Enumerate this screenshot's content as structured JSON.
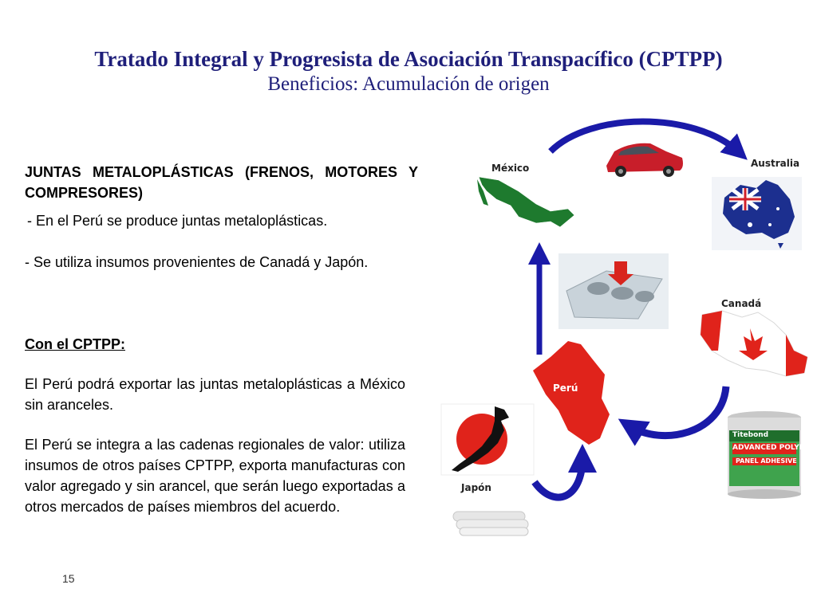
{
  "slide": {
    "title": "Tratado Integral y Progresista de Asociación Transpacífico (CPTPP)",
    "subtitle": "Beneficios: Acumulación de origen",
    "page_number": "15"
  },
  "text": {
    "heading": "JUNTAS METALOPLÁSTICAS (FRENOS, MOTORES Y COMPRESORES)",
    "bullet1": "- En el Perú se produce juntas metaloplásticas.",
    "bullet2": "- Se utiliza insumos provenientes de Canadá y Japón.",
    "cptpp_heading": "Con el CPTPP:",
    "para1": "El Perú podrá exportar las juntas metaloplásticas a México sin aranceles.",
    "para2": "El Perú se integra a las cadenas regionales de valor: utiliza insumos de otros países CPTPP, exporta manufacturas con valor agregado y sin arancel, que serán luego exportadas a otros mercados de países miembros del acuerdo."
  },
  "diagram": {
    "labels": {
      "mexico": "México",
      "australia": "Australia",
      "canada": "Canadá",
      "peru": "Perú",
      "japan": "Japón"
    },
    "can_brand": "Titebond",
    "can_product": "ADVANCED POLYMER",
    "can_sub": "PANEL ADHESIVE"
  },
  "colors": {
    "title": "#1f1f7a",
    "arrow": "#1a1aa8",
    "mexico_map": "#1e7a2e",
    "peru_map": "#e0231b",
    "japan_sun": "#e0231b",
    "canada_red": "#e0231b",
    "australia_blue": "#1c2f8f"
  }
}
